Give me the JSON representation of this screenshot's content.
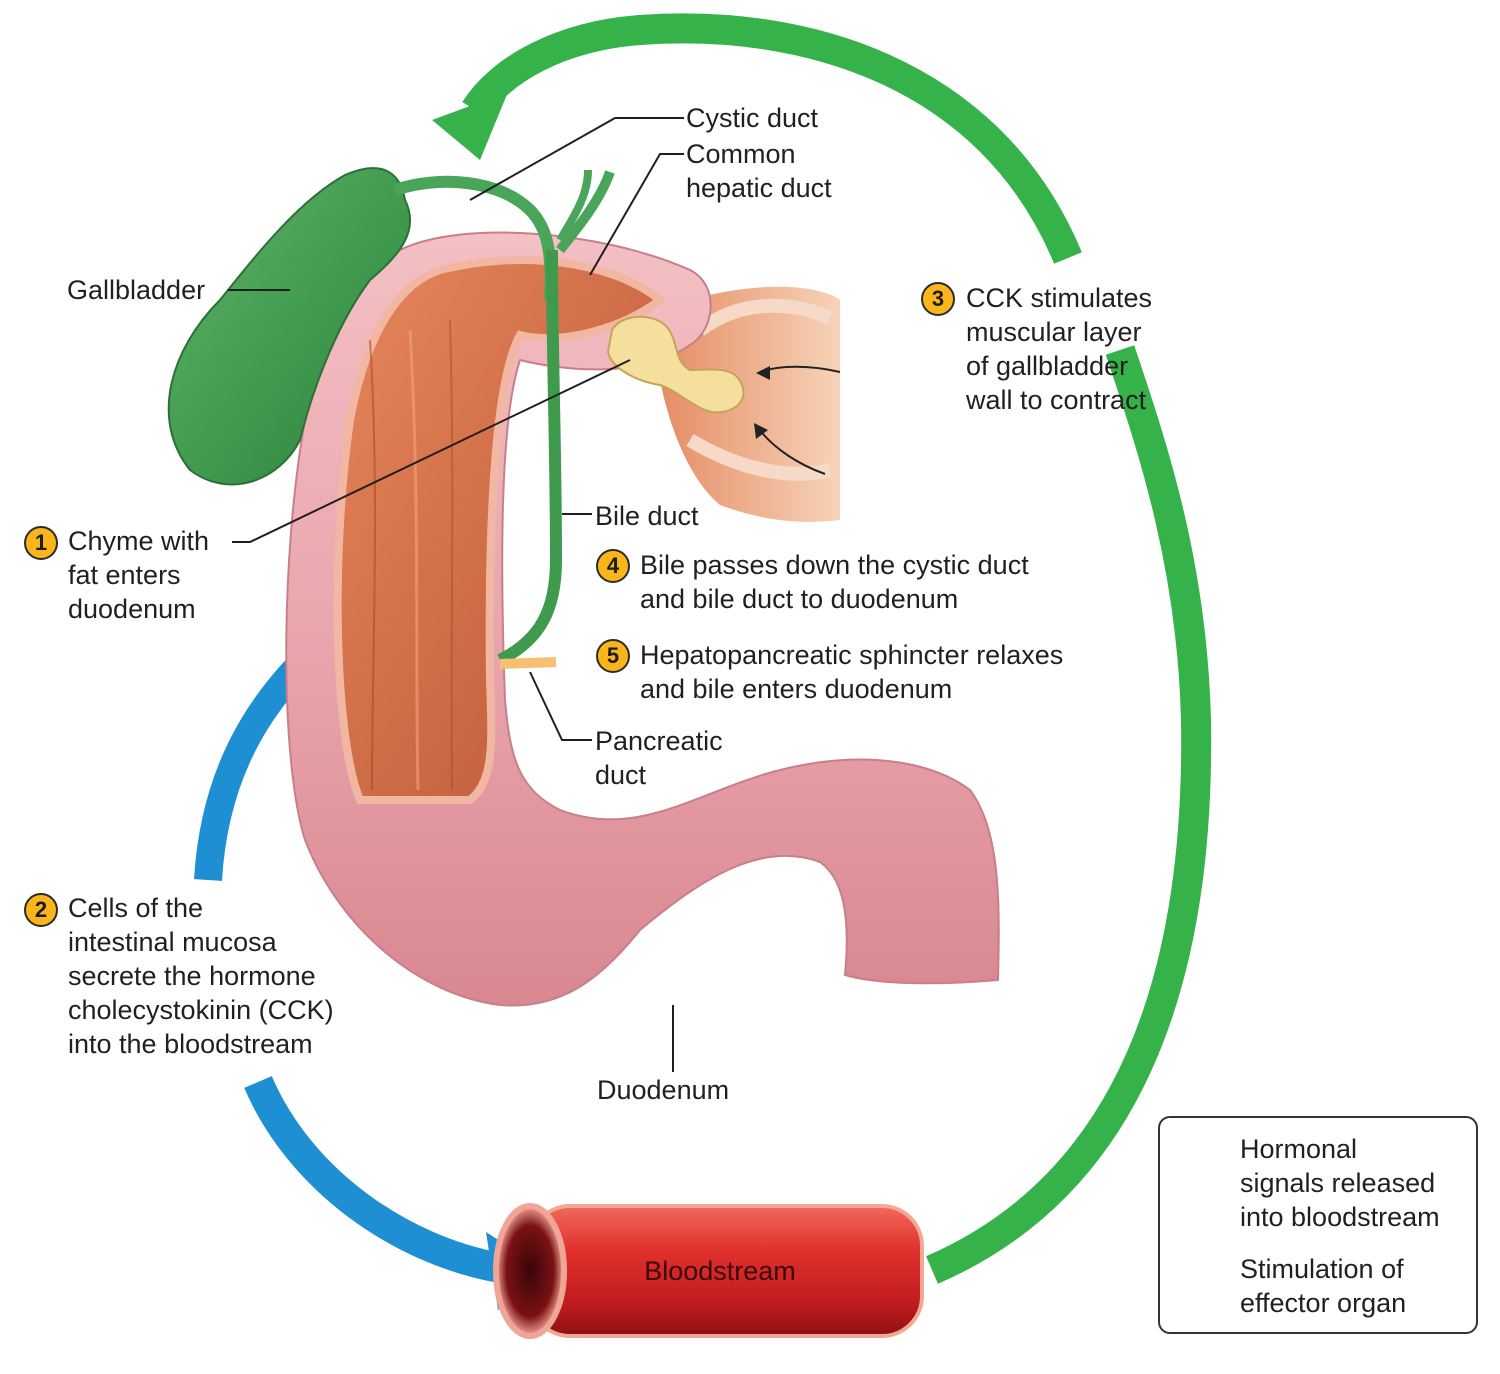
{
  "labels": {
    "cystic_duct": "Cystic duct",
    "common_hepatic_duct": [
      "Common",
      "hepatic duct"
    ],
    "gallbladder": "Gallbladder",
    "bile_duct": "Bile duct",
    "pancreatic_duct": [
      "Pancreatic",
      "duct"
    ],
    "duodenum": "Duodenum",
    "bloodstream": "Bloodstream"
  },
  "steps": [
    {
      "number": "1",
      "lines": [
        "Chyme with",
        "fat enters",
        "duodenum"
      ]
    },
    {
      "number": "2",
      "lines": [
        "Cells of the",
        "intestinal mucosa",
        "secrete the hormone",
        "cholecystokinin (CCK)",
        "into the bloodstream"
      ]
    },
    {
      "number": "3",
      "lines": [
        "CCK stimulates",
        "muscular layer",
        "of gallbladder",
        "wall to contract"
      ]
    },
    {
      "number": "4",
      "lines": [
        "Bile passes down the cystic duct",
        "and bile duct to duodenum"
      ]
    },
    {
      "number": "5",
      "lines": [
        "Hepatopancreatic sphincter relaxes",
        "and bile enters duodenum"
      ]
    }
  ],
  "legend": [
    {
      "icon": "blue-arrow-icon",
      "color": "#1f8fd3",
      "lines": [
        "Hormonal",
        "signals released",
        "into bloodstream"
      ]
    },
    {
      "icon": "green-arrow-icon",
      "color": "#35b34a",
      "lines": [
        "Stimulation of",
        "effector organ"
      ]
    }
  ],
  "colors": {
    "hormonal_arrow": "#1f8fd3",
    "stimulation_arrow": "#35b34a",
    "step_badge": "#f9b51a",
    "gallbladder": "#3f9a4e",
    "duodenum": "#e9a3aa",
    "bloodstream": "#d42a2a"
  }
}
